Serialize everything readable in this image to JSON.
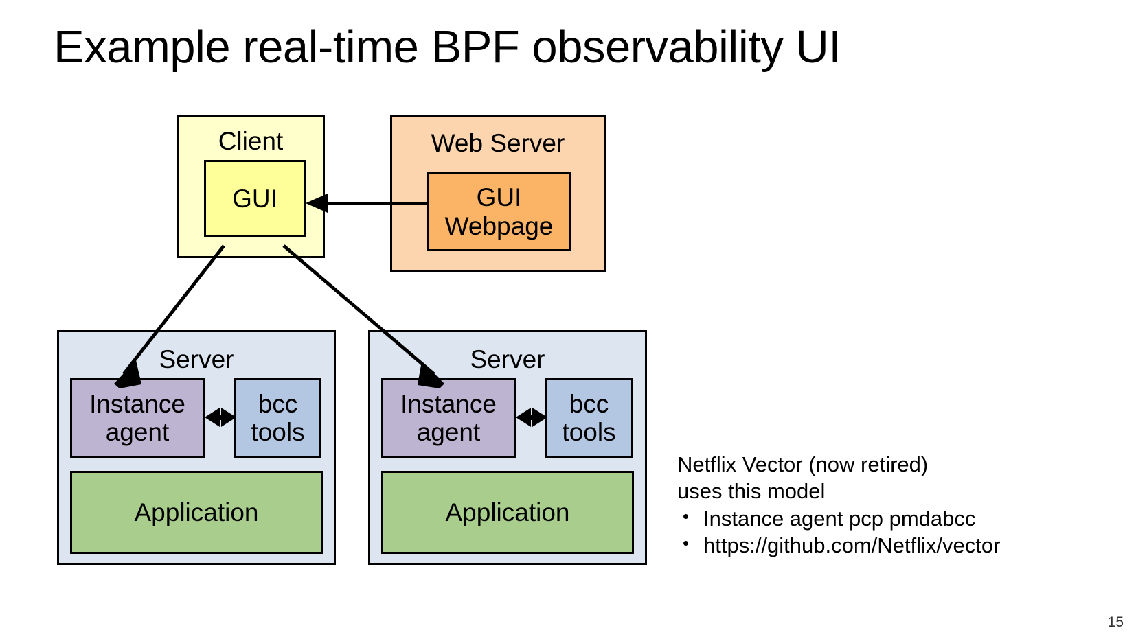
{
  "slide": {
    "title": "Example real-time BPF observability UI",
    "page_number": "15",
    "background_color": "#ffffff"
  },
  "diagram": {
    "client": {
      "title": "Client",
      "fill": "#ffffcc",
      "gui": {
        "label": "GUI",
        "fill": "#ffff99"
      }
    },
    "web_server": {
      "title": "Web Server",
      "fill": "#fcd5ae",
      "gui_webpage": {
        "label": "GUI\nWebpage",
        "fill": "#fbb366"
      }
    },
    "servers": [
      {
        "title": "Server",
        "fill": "#dde5f0",
        "instance_agent": {
          "label": "Instance\nagent",
          "fill": "#bdb4d2"
        },
        "bcc_tools": {
          "label": "bcc\ntools",
          "fill": "#b4c7e2"
        },
        "application": {
          "label": "Application",
          "fill": "#a8cd8c"
        }
      },
      {
        "title": "Server",
        "fill": "#dde5f0",
        "instance_agent": {
          "label": "Instance\nagent",
          "fill": "#bdb4d2"
        },
        "bcc_tools": {
          "label": "bcc\ntools",
          "fill": "#b4c7e2"
        },
        "application": {
          "label": "Application",
          "fill": "#a8cd8c"
        }
      }
    ],
    "connectors": [
      {
        "name": "webpage-to-gui",
        "from": "GUI Webpage",
        "to": "GUI",
        "style": "single-arrow"
      },
      {
        "name": "gui-to-server-1-instance-agent",
        "from": "GUI",
        "to": "Instance agent (Server 1)",
        "style": "single-arrow"
      },
      {
        "name": "gui-to-server-2-instance-agent",
        "from": "GUI",
        "to": "Instance agent (Server 2)",
        "style": "single-arrow"
      },
      {
        "name": "instance-agent-1-to-bcc-tools-1",
        "from": "Instance agent",
        "to": "bcc tools",
        "style": "double-arrow"
      },
      {
        "name": "instance-agent-2-to-bcc-tools-2",
        "from": "Instance agent",
        "to": "bcc tools",
        "style": "double-arrow"
      }
    ]
  },
  "notes": {
    "lines": [
      "Netflix Vector (now retired)",
      "uses this model"
    ],
    "bullets": [
      "Instance agent pcp pmdabcc",
      "https://github.com/Netflix/vector"
    ]
  }
}
